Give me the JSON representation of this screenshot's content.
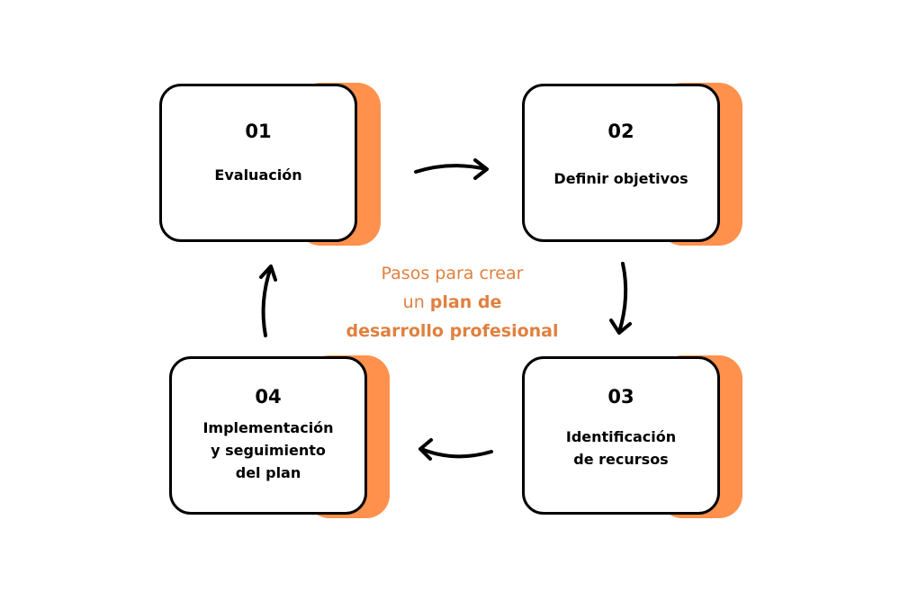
{
  "center_title": {
    "line1": "Pasos para crear",
    "line2_prefix": "un ",
    "line2_bold": "plan de",
    "line3_bold": "desarrollo profesional"
  },
  "steps": [
    {
      "number": "01",
      "label_lines": [
        "Evaluación"
      ]
    },
    {
      "number": "02",
      "label_lines": [
        "Definir objetivos"
      ]
    },
    {
      "number": "03",
      "label_lines": [
        "Identificación",
        "de recursos"
      ]
    },
    {
      "number": "04",
      "label_lines": [
        "Implementación",
        "y seguimiento",
        "del plan"
      ]
    }
  ],
  "colors": {
    "accent": "#FF914D",
    "title": "#E0803F"
  }
}
